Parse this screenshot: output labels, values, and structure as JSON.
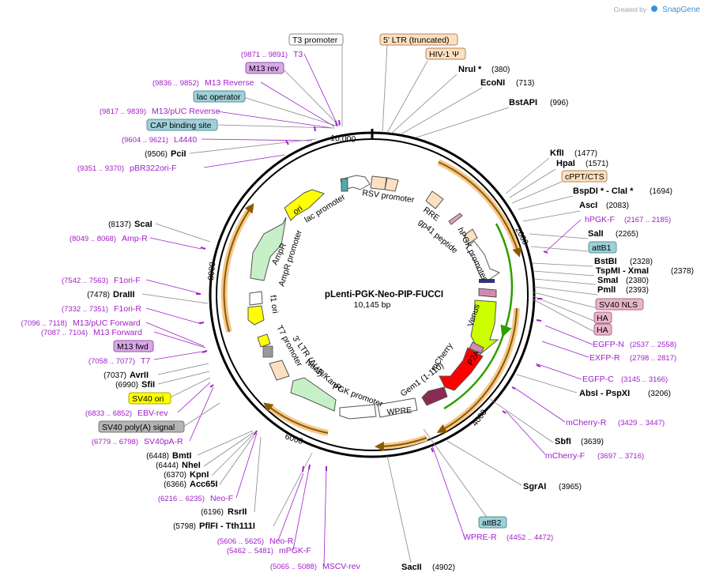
{
  "app": {
    "credit": "Created by",
    "brand": "SnapGene"
  },
  "map": {
    "name": "pLenti-PGK-Neo-PIP-FUCCI",
    "length_label": "10,145 bp",
    "length": 10145,
    "ticks": [
      "2000",
      "4000",
      "6000",
      "8000",
      "10,000"
    ]
  },
  "sites": [
    {
      "name": "NruI *",
      "pos": "(380)"
    },
    {
      "name": "EcoNI",
      "pos": "(713)"
    },
    {
      "name": "BstAPI",
      "pos": "(996)"
    },
    {
      "name": "KflI",
      "pos": "(1477)"
    },
    {
      "name": "HpaI",
      "pos": "(1571)"
    },
    {
      "name": "BspDI * - ClaI *",
      "pos": "(1694)"
    },
    {
      "name": "AscI",
      "pos": "(2083)"
    },
    {
      "name": "SalI",
      "pos": "(2265)"
    },
    {
      "name": "BstBI",
      "pos": "(2328)"
    },
    {
      "name": "TspMI - XmaI",
      "pos": "(2378)"
    },
    {
      "name": "SmaI",
      "pos": "(2380)"
    },
    {
      "name": "PmlI",
      "pos": "(2393)"
    },
    {
      "name": "AbsI - PspXI",
      "pos": "(3206)"
    },
    {
      "name": "SbfI",
      "pos": "(3639)"
    },
    {
      "name": "SgrAI",
      "pos": "(3965)"
    },
    {
      "name": "SacII",
      "pos": "(4902)"
    },
    {
      "name": "PflFI - Tth111I",
      "pos": "(5798)"
    },
    {
      "name": "RsrII",
      "pos": "(6196)"
    },
    {
      "name": "Acc65I",
      "pos": "(6366)"
    },
    {
      "name": "KpnI",
      "pos": "(6370)"
    },
    {
      "name": "NheI",
      "pos": "(6444)"
    },
    {
      "name": "BmtI",
      "pos": "(6448)"
    },
    {
      "name": "SfiI",
      "pos": "(6990)"
    },
    {
      "name": "AvrII",
      "pos": "(7037)"
    },
    {
      "name": "DraIII",
      "pos": "(7478)"
    },
    {
      "name": "ScaI",
      "pos": "(8137)"
    },
    {
      "name": "PciI",
      "pos": "(9506)"
    }
  ],
  "primers": [
    {
      "name": "T3",
      "pos": "(9871 .. 9891)"
    },
    {
      "name": "M13 Reverse",
      "pos": "(9836 .. 9852)"
    },
    {
      "name": "M13/pUC Reverse",
      "pos": "(9817 .. 9839)"
    },
    {
      "name": "L4440",
      "pos": "(9604 .. 9621)"
    },
    {
      "name": "pBR322ori-F",
      "pos": "(9351 .. 9370)"
    },
    {
      "name": "Amp-R",
      "pos": "(8049 .. 8068)"
    },
    {
      "name": "F1ori-F",
      "pos": "(7542 .. 7563)"
    },
    {
      "name": "F1ori-R",
      "pos": "(7332 .. 7351)"
    },
    {
      "name": "M13/pUC Forward",
      "pos": "(7096 .. 7118)"
    },
    {
      "name": "M13 Forward",
      "pos": "(7087 .. 7104)"
    },
    {
      "name": "T7",
      "pos": "(7058 .. 7077)"
    },
    {
      "name": "EBV-rev",
      "pos": "(6833 .. 6852)"
    },
    {
      "name": "SV40pA-R",
      "pos": "(6779 .. 6798)"
    },
    {
      "name": "Neo-F",
      "pos": "(6216 .. 6235)"
    },
    {
      "name": "Neo-R",
      "pos": "(5606 .. 5625)"
    },
    {
      "name": "mPGK-F",
      "pos": "(5462 .. 5481)"
    },
    {
      "name": "MSCV-rev",
      "pos": "(5065 .. 5088)"
    },
    {
      "name": "WPRE-R",
      "pos": "(4452 .. 4472)"
    },
    {
      "name": "mCherry-F",
      "pos": "(3697 .. 3716)"
    },
    {
      "name": "mCherry-R",
      "pos": "(3429 .. 3447)"
    },
    {
      "name": "EGFP-C",
      "pos": "(3145 .. 3166)"
    },
    {
      "name": "EXFP-R",
      "pos": "(2798 .. 2817)"
    },
    {
      "name": "EGFP-N",
      "pos": "(2537 .. 2558)"
    },
    {
      "name": "hPGK-F",
      "pos": "(2167 .. 2185)"
    }
  ],
  "boxes": [
    {
      "label": "T3 promoter"
    },
    {
      "label": "5' LTR (truncated)"
    },
    {
      "label": "HIV-1 Ψ"
    },
    {
      "label": "M13 rev"
    },
    {
      "label": "lac operator"
    },
    {
      "label": "CAP binding site"
    },
    {
      "label": "cPPT/CTS"
    },
    {
      "label": "attB1"
    },
    {
      "label": "SV40 NLS"
    },
    {
      "label": "HA"
    },
    {
      "label": "HA"
    },
    {
      "label": "M13 fwd"
    },
    {
      "label": "SV40 ori"
    },
    {
      "label": "SV40 poly(A) signal"
    },
    {
      "label": "attB2"
    }
  ],
  "features": [
    {
      "label": "lac promoter"
    },
    {
      "label": "RSV promoter"
    },
    {
      "label": "RRE"
    },
    {
      "label": "gp41 peptide"
    },
    {
      "label": "hPGK promoter"
    },
    {
      "label": "Venus"
    },
    {
      "label": "mCherry"
    },
    {
      "label": "P2A"
    },
    {
      "label": "Gem1 (1-110)"
    },
    {
      "label": "WPRE"
    },
    {
      "label": "PGK promoter"
    },
    {
      "label": "NeoR/KanR"
    },
    {
      "label": "3' LTR (ΔU3)"
    },
    {
      "label": "T7 promoter"
    },
    {
      "label": "f1 ori"
    },
    {
      "label": "AmpR promoter"
    },
    {
      "label": "AmpR"
    },
    {
      "label": "ori"
    }
  ],
  "colors": {
    "primer": "#a020c8",
    "ampr": "#c8f0c8",
    "yellow": "#ffff00",
    "venus": "#ccff00",
    "mcherry": "#ff0000",
    "orf_halo": "#f5c88c",
    "orf_core": "#8b5a00",
    "green_orf": "#2e9e00"
  }
}
